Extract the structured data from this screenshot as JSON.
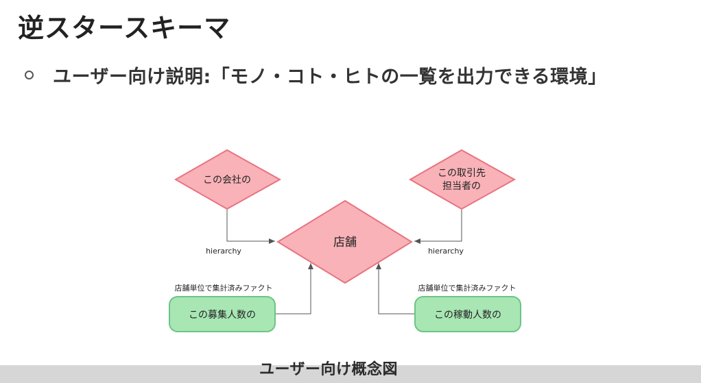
{
  "slide": {
    "title": "逆スタースキーマ",
    "bullet": "ユーザー向け説明:「モノ・コト・ヒトの一覧を出力できる環境」",
    "caption": "ユーザー向け概念図"
  },
  "diagram": {
    "center_node": "店舗",
    "dim_left": "この会社の",
    "dim_right_line1": "この取引先",
    "dim_right_line2": "担当者の",
    "edge_label_left": "hierarchy",
    "edge_label_right": "hierarchy",
    "fact_label_left": "店舗単位で集計済みファクト",
    "fact_label_right": "店舗単位で集計済みファクト",
    "fact_left": "この募集人数の",
    "fact_right": "この稼動人数の"
  },
  "colors": {
    "diamond_fill": "#f8b2b8",
    "diamond_stroke": "#e8737f",
    "fact_fill": "#a8e6b4",
    "fact_stroke": "#6cc484",
    "edge": "#555555"
  }
}
